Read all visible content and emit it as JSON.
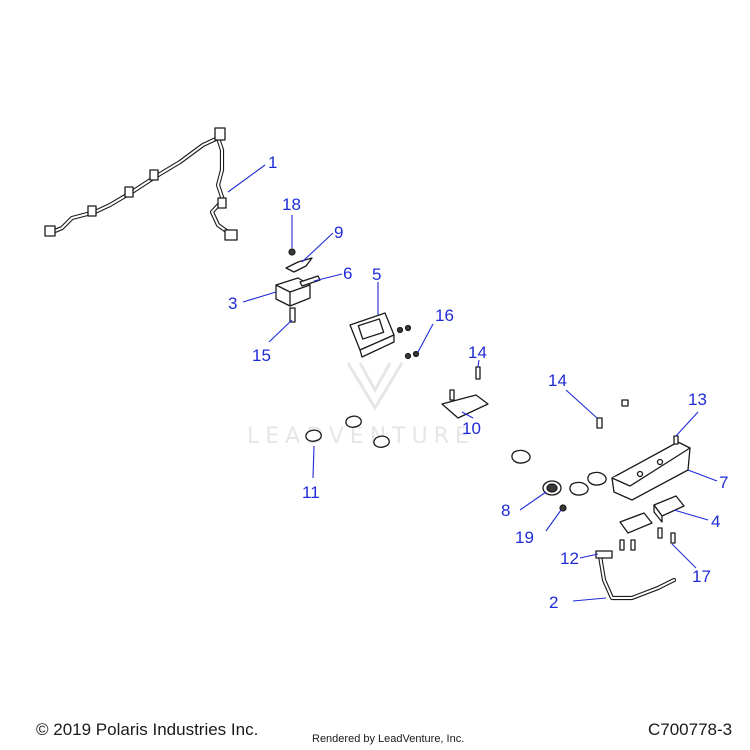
{
  "watermark": {
    "text": "LEADVENTURE"
  },
  "callouts": [
    "1",
    "2",
    "3",
    "4",
    "5",
    "6",
    "7",
    "8",
    "9",
    "10",
    "11",
    "12",
    "13",
    "14",
    "14",
    "15",
    "16",
    "17",
    "18",
    "19"
  ],
  "footer": {
    "copyright": "© 2019 Polaris Industries Inc.",
    "rendered_by": "Rendered by LeadVenture, Inc.",
    "part_number": "C700778-3"
  },
  "colors": {
    "callout": "#1f2bd6",
    "line": "#1a1a1a",
    "watermark": "#e6e6e6"
  }
}
